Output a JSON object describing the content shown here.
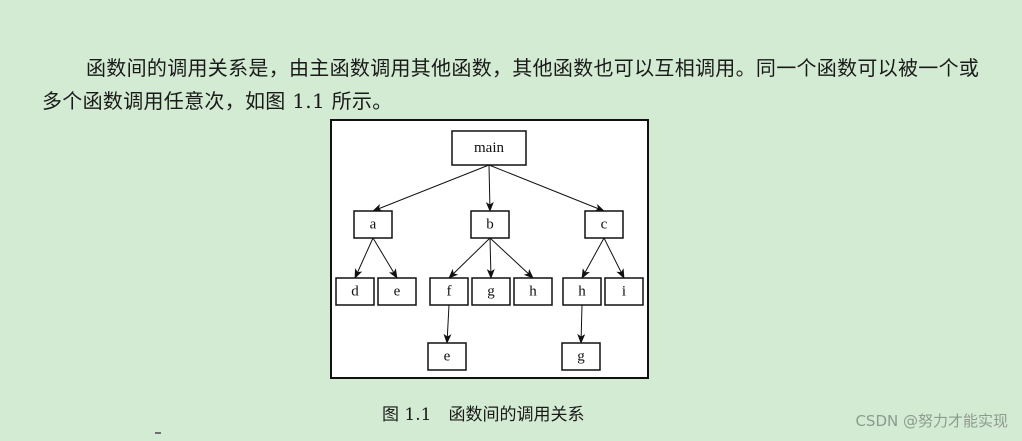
{
  "paragraph": "函数间的调用关系是，由主函数调用其他函数，其他函数也可以互相调用。同一个函数可以被一个或多个函数调用任意次，如图 1.1 所示。",
  "figure": {
    "caption": "图 1.1　函数间的调用关系",
    "nodes": [
      {
        "id": "main",
        "label": "main"
      },
      {
        "id": "a",
        "label": "a"
      },
      {
        "id": "b",
        "label": "b"
      },
      {
        "id": "c",
        "label": "c"
      },
      {
        "id": "d",
        "label": "d"
      },
      {
        "id": "e1",
        "label": "e"
      },
      {
        "id": "f",
        "label": "f"
      },
      {
        "id": "g1",
        "label": "g"
      },
      {
        "id": "h1",
        "label": "h"
      },
      {
        "id": "h2",
        "label": "h"
      },
      {
        "id": "i",
        "label": "i"
      },
      {
        "id": "e2",
        "label": "e"
      },
      {
        "id": "g2",
        "label": "g"
      }
    ],
    "edges": [
      [
        "main",
        "a"
      ],
      [
        "main",
        "b"
      ],
      [
        "main",
        "c"
      ],
      [
        "a",
        "d"
      ],
      [
        "a",
        "e1"
      ],
      [
        "b",
        "f"
      ],
      [
        "b",
        "g1"
      ],
      [
        "b",
        "h1"
      ],
      [
        "c",
        "h2"
      ],
      [
        "c",
        "i"
      ],
      [
        "f",
        "e2"
      ],
      [
        "h2",
        "g2"
      ]
    ]
  },
  "watermark": "CSDN @努力才能实现"
}
